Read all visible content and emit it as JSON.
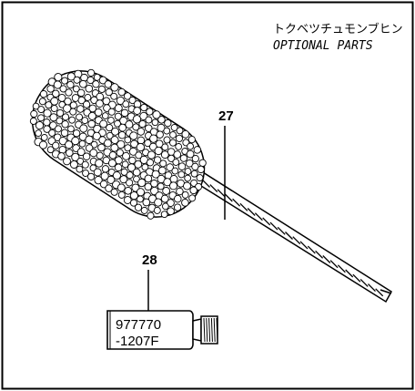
{
  "header": {
    "japanese": "トクベツチュモンブヒン",
    "english": "OPTIONAL PARTS"
  },
  "parts": {
    "brush": {
      "ref": "27"
    },
    "tube": {
      "ref": "28",
      "line1": "977770",
      "line2": "-1207F"
    }
  }
}
